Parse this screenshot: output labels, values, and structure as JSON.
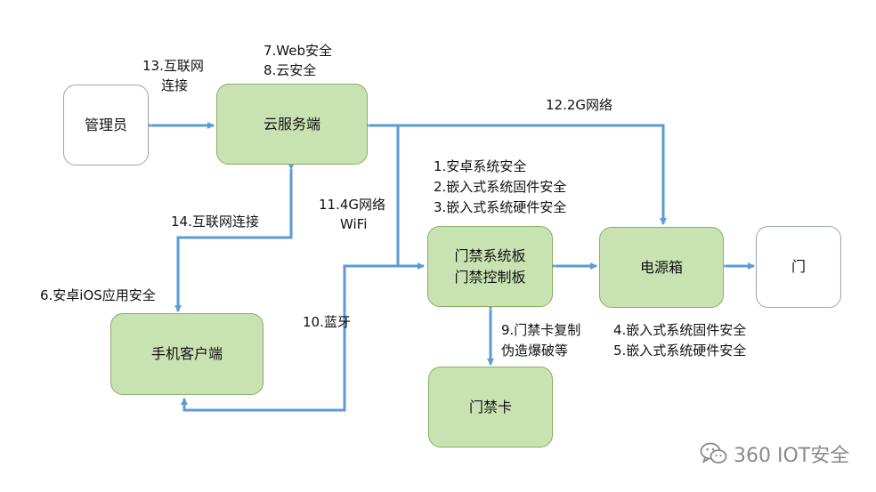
{
  "nodes": {
    "admin": "管理员",
    "cloud": "云服务端",
    "mobile": "手机客户端",
    "board_line1": "门禁系统板",
    "board_line2": "门禁控制板",
    "power": "电源箱",
    "door": "门",
    "card": "门禁卡"
  },
  "labels": {
    "l13a": "13.互联网",
    "l13b": "连接",
    "l7": "7.Web安全",
    "l8": "8.云安全",
    "l12": "12.2G网络",
    "l1": "1.安卓系统安全",
    "l2": "2.嵌入式系统固件安全",
    "l3": "3.嵌入式系统硬件安全",
    "l11a": "11.4G网络",
    "l11b": "WiFi",
    "l14": "14.互联网连接",
    "l6": "6.安卓iOS应用安全",
    "l10": "10.蓝牙",
    "l9a": "9.门禁卡复制",
    "l9b": "伪造爆破等",
    "l4": "4.嵌入式系统固件安全",
    "l5": "5.嵌入式系统硬件安全"
  },
  "watermark": {
    "text": "360 IOT安全",
    "icon": "wechat-icon"
  },
  "colors": {
    "node_fill": "#c9e2b2",
    "node_border": "#87b064",
    "arrow": "#5b9bd5"
  }
}
